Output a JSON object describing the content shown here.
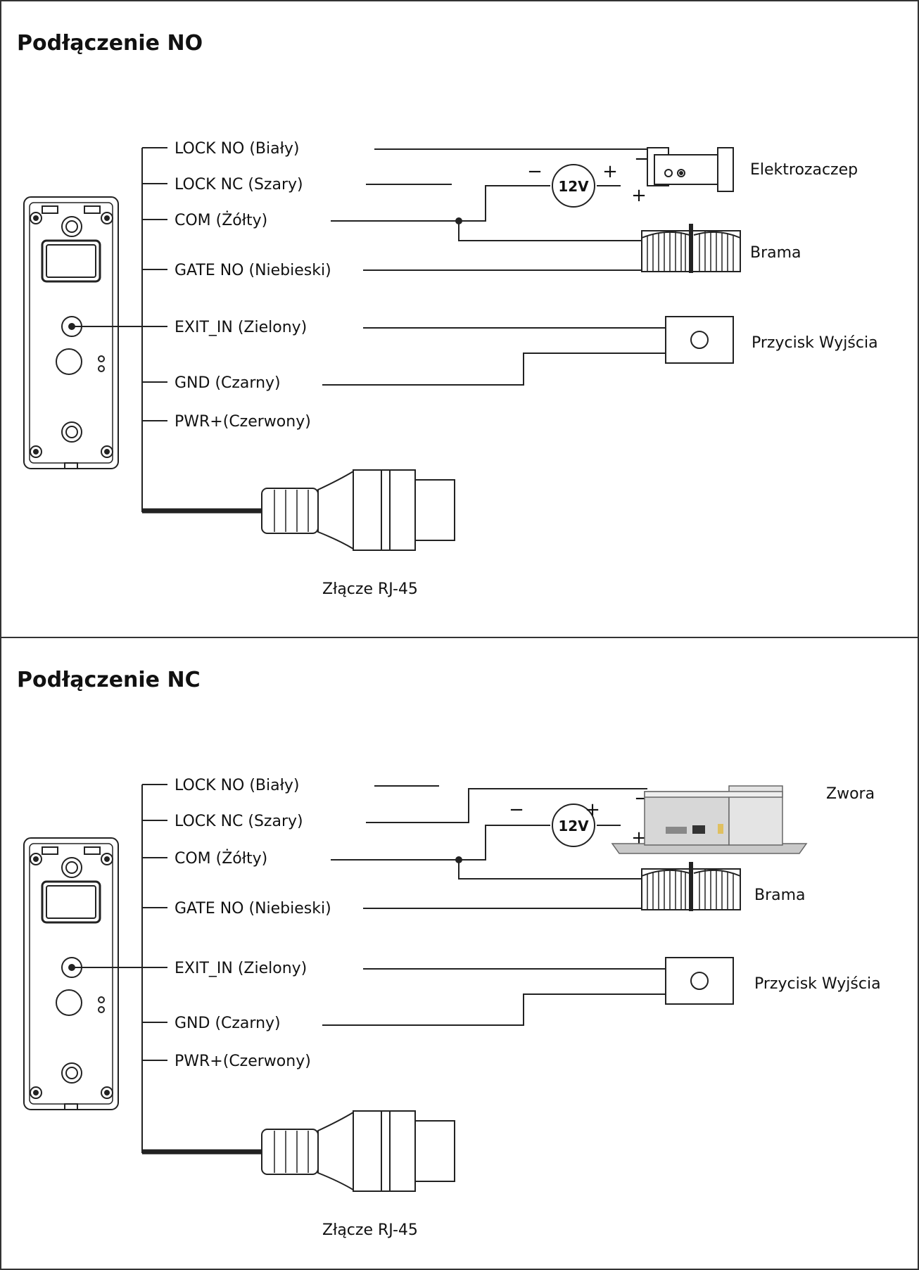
{
  "panels": [
    {
      "title": "Podłączenie NO",
      "wires": [
        "LOCK NO (Biały)",
        "LOCK NC (Szary)",
        "COM (Żółty)",
        "GATE NO (Niebieski)",
        "EXIT_IN (Zielony)",
        "GND (Czarny)",
        "PWR+(Czerwony)"
      ],
      "lock_label": "Elektrozaczep",
      "gate_label": "Brama",
      "button_label": "Przycisk Wyjścia",
      "connector_label": "Złącze RJ-45",
      "voltage": "12V",
      "minus": "−",
      "plus": "+"
    },
    {
      "title": "Podłączenie NC",
      "wires": [
        "LOCK NO (Biały)",
        "LOCK NC (Szary)",
        "COM (Żółty)",
        "GATE NO (Niebieski)",
        "EXIT_IN (Zielony)",
        "GND (Czarny)",
        "PWR+(Czerwony)"
      ],
      "lock_label": "Zwora",
      "gate_label": "Brama",
      "button_label": "Przycisk Wyjścia",
      "connector_label": "Złącze RJ-45",
      "voltage": "12V",
      "minus": "−",
      "plus": "+"
    }
  ]
}
